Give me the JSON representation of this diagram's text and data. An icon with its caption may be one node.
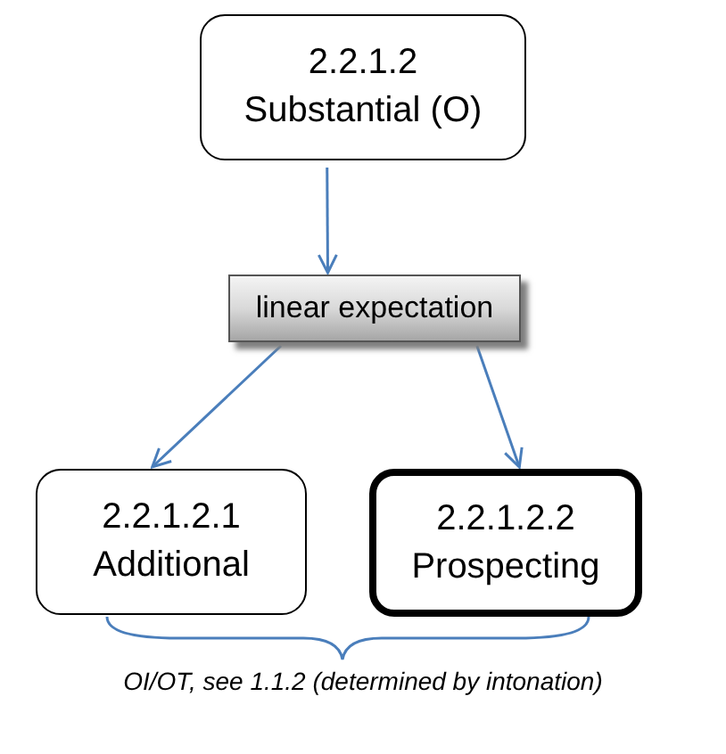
{
  "diagram": {
    "nodes": [
      {
        "text": [
          "2.2.1.2",
          "Substantial (O)"
        ]
      },
      {
        "text": [
          "linear expectation"
        ]
      },
      {
        "text": [
          "2.2.1.2.1",
          "Additional"
        ]
      },
      {
        "text": [
          "2.2.1.2.2",
          "Prospecting"
        ]
      }
    ],
    "edges": [
      {
        "from": 0,
        "to": 1,
        "arrow": "to"
      },
      {
        "from": 1,
        "to": 2,
        "arrow": "to"
      },
      {
        "from": 1,
        "to": 3,
        "arrow": "to"
      }
    ],
    "labels": [
      "OI/OT, see 1.1.2 (determined by intonation)"
    ]
  }
}
